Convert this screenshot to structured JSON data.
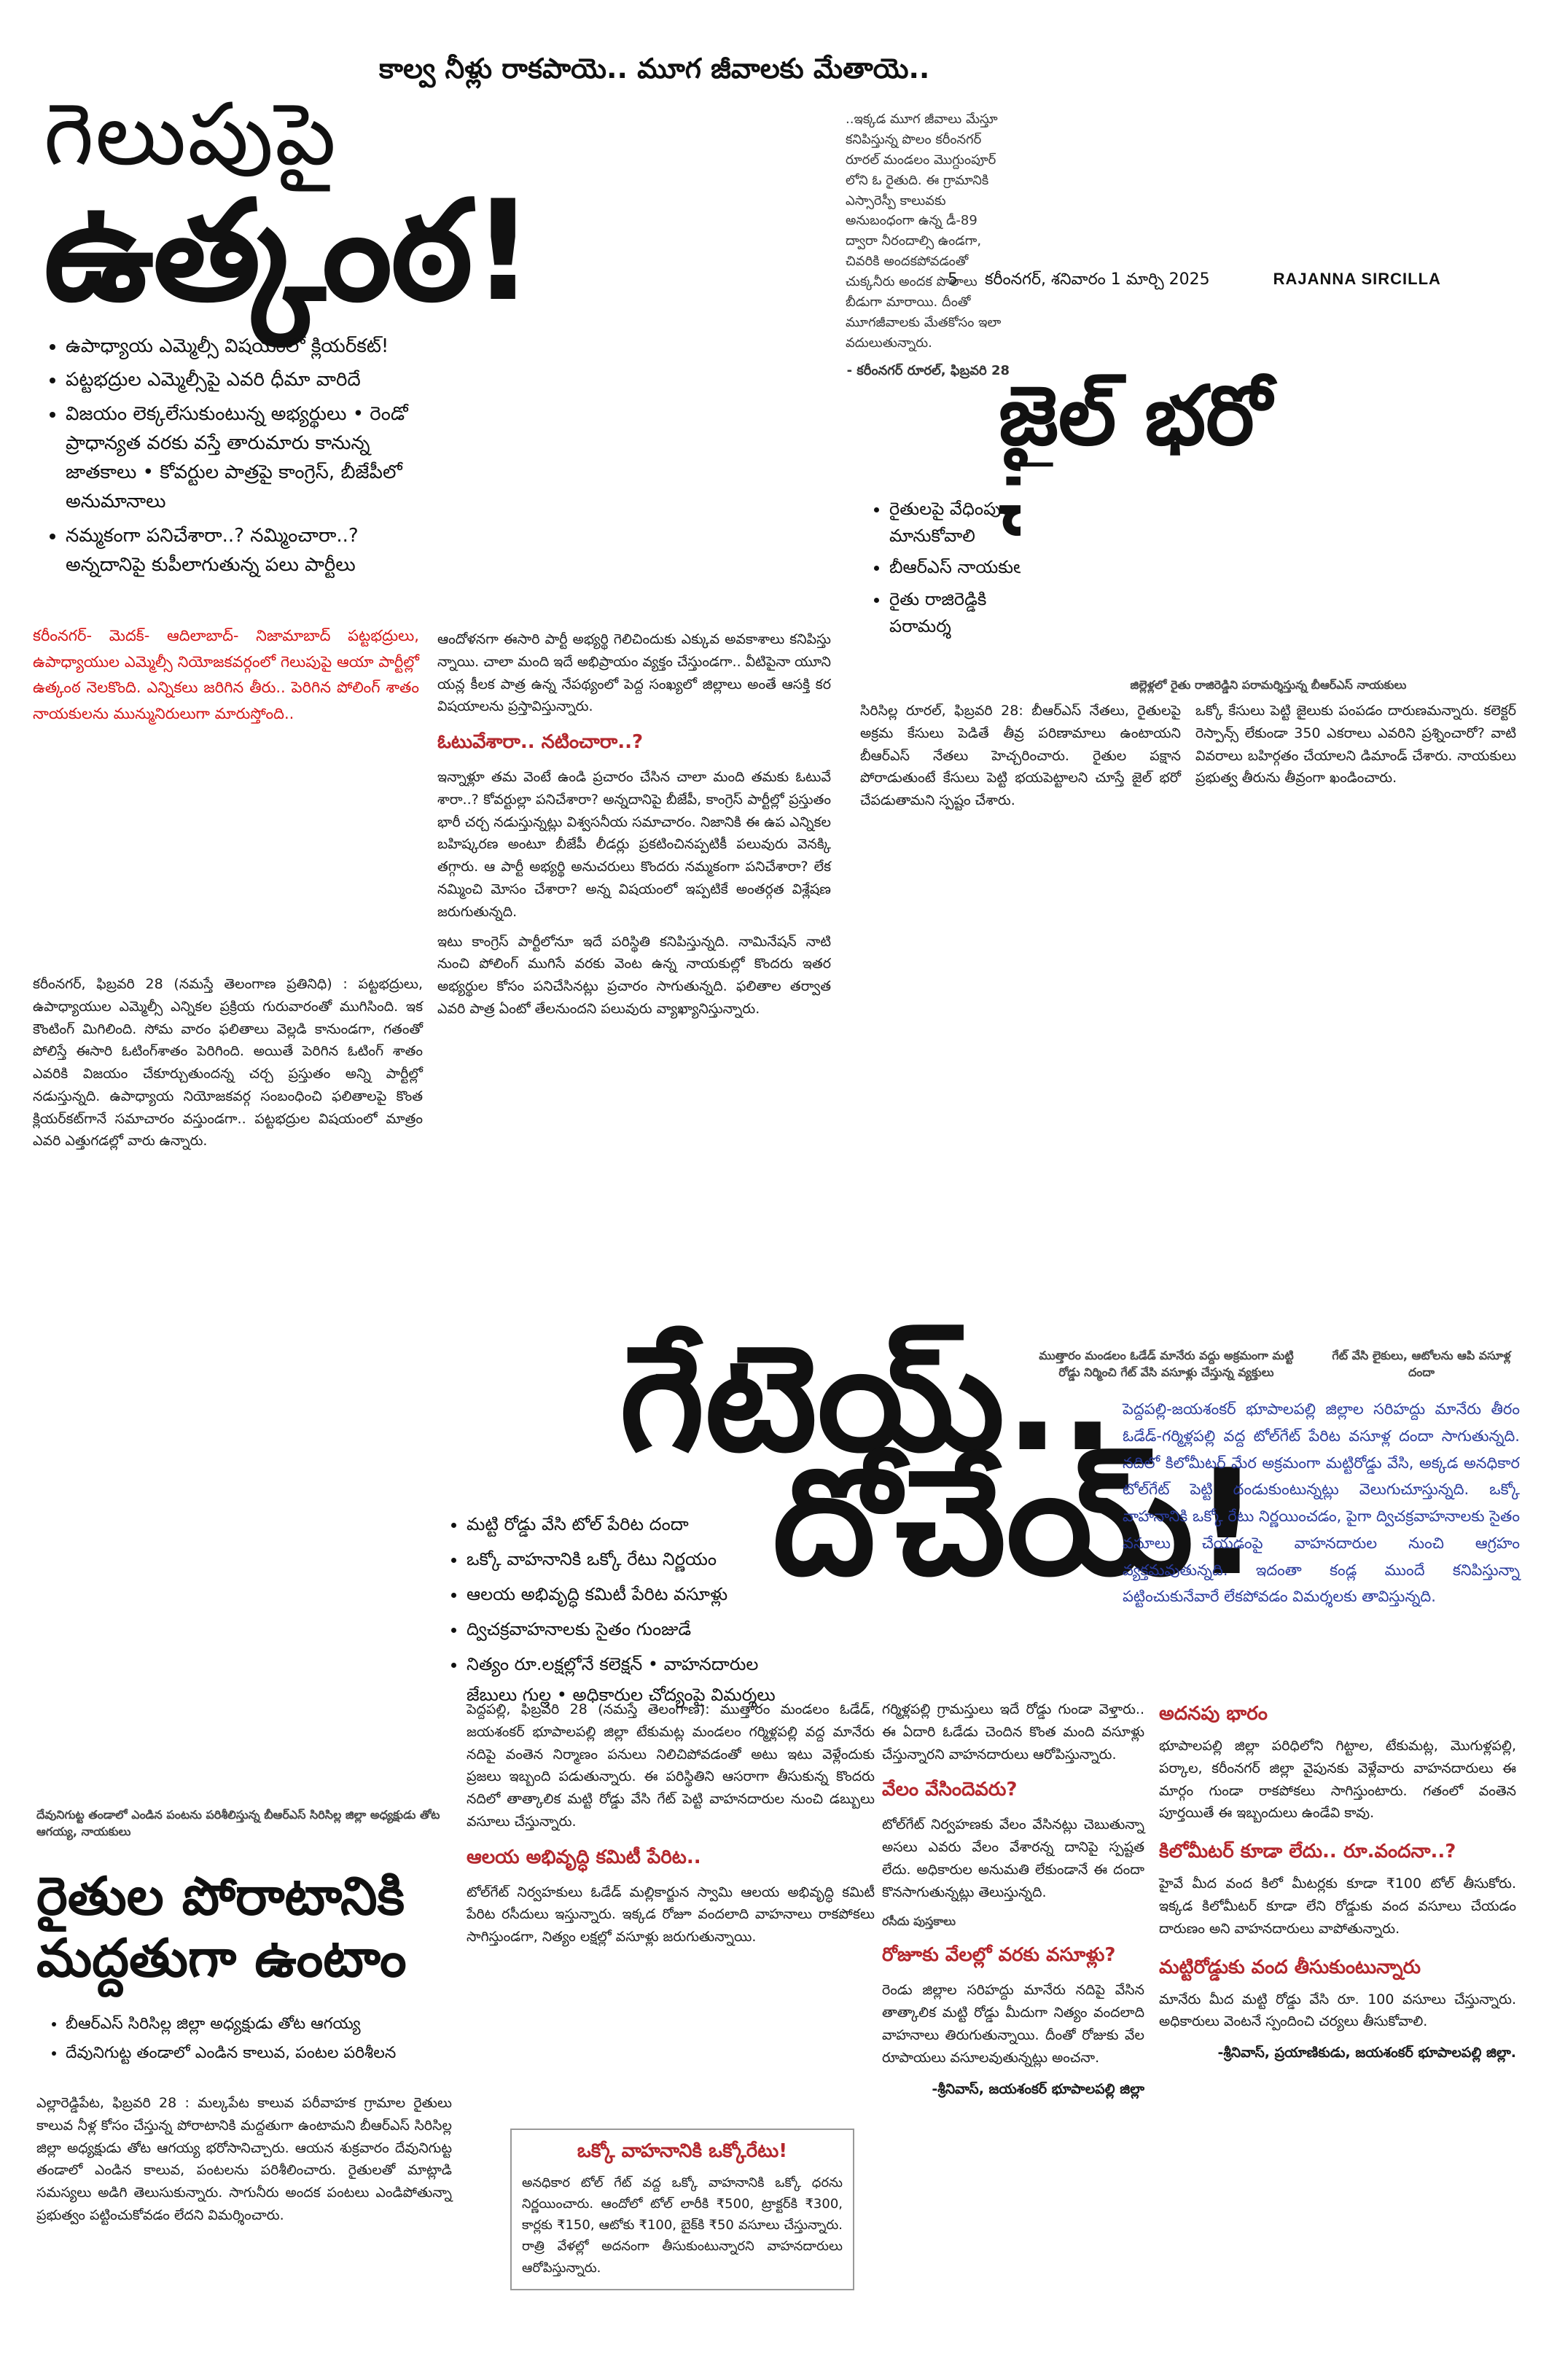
{
  "top_kicker": "కాల్వ నీళ్లు రాకపాయె.. మూగ జీవాలకు మేతాయె..",
  "masthead": {
    "page_no": "5",
    "dateline": "కరీంనగర్, శనివారం 1 మార్చి 2025",
    "edition": "RAJANNA SIRCILLA"
  },
  "lead": {
    "title1": "గెలుపుపై",
    "title2": "ఉత్కంఠ!",
    "bullets": [
      "ఉపాధ్యాయ ఎమ్మెల్సీ విషయంలో క్లియర్‌కట్!",
      "పట్టభద్రుల ఎమ్మెల్సీపై ఎవరి ధీమా వారిదే",
      "విజయం లెక్కలేసుకుంటున్న అభ్యర్థులు • రెండో ప్రాధాన్యత వరకు వస్తే తారుమారు కానున్న జాతకాలు • కోవర్టుల పాత్రపై కాంగ్రెస్, బీజేపీలో అనుమానాలు",
      "నమ్మకంగా పనిచేశారా..? నమ్మించారా..? అన్నదానిపై కుపీలాగుతున్న పలు పార్టీలు"
    ],
    "intro_red": "కరీంనగర్- మెదక్- ఆదిలాబాద్- నిజామాబాద్ పట్టభద్రులు, ఉపాధ్యాయుల ఎమ్మెల్సీ నియోజకవర్గంలో గెలుపుపై ఆయా పార్టీల్లో ఉత్కంఠ నెలకొంది. ఎన్నికలు జరిగిన తీరు.. పెరిగిన పోలింగ్ శాతం నాయకులను మున్మునిరులుగా మారుస్తోంది..",
    "body": "కరీంనగర్, ఫిబ్రవరి 28 (నమస్తే తెలంగాణ ప్రతినిధి) : పట్టభద్రులు, ఉపాధ్యాయుల ఎమ్మెల్సీ ఎన్నికల ప్రక్రియ గురువారంతో ముగిసింది. ఇక కౌంటింగ్ మిగిలింది. సోమ వారం ఫలితాలు వెల్లడి కానుండగా, గతంతో పోలిస్తే ఈసారి ఓటింగ్‌శాతం పెరిగింది. అయితే పెరిగిన ఓటింగ్ శాతం ఎవరికి విజయం చేకూర్చుతుందన్న చర్చ ప్రస్తుతం అన్ని పార్టీల్లో నడుస్తున్నది. ఉపాధ్యాయ నియోజకవర్గ సంబంధించి ఫలితాలపై కొంత క్లియర్‌కట్‌గానే సమాచారం వస్తుండగా.. పట్టభద్రుల విషయంలో మాత్రం ఎవరి ఎత్తుగడల్లో వారు ఉన్నారు."
  },
  "col2": {
    "p1": "ఆందోళనగా ఈసారి పార్టీ అభ్యర్థి గెలిచిందుకు ఎక్కువ అవకాశాలు కనిపిస్తు న్నాయి. చాలా మంది ఇదే అభిప్రాయం వ్యక్తం చేస్తుండగా.. వీటిపైనా యూని యన్ల కీలక పాత్ర ఉన్న నేపథ్యంలో పెద్ద సంఖ్యలో జిల్లాలు అంతే ఆసక్తి కర విషయాలను ప్రస్తావిస్తున్నారు.",
    "sub": "ఓటువేశారా.. నటించారా..?",
    "p2": "ఇన్నాళ్లూ తమ వెంటే ఉండి ప్రచారం చేసిన చాలా మంది తమకు ఓటువే శారా..? కోవర్టుల్లా పనిచేశారా? అన్నదానిపై బీజేపీ, కాంగ్రెస్ పార్టీల్లో ప్రస్తుతం భారీ చర్చ నడుస్తున్నట్లు విశ్వసనీయ సమాచారం. నిజానికి ఈ ఉప ఎన్నికల బహిష్కరణ అంటూ బీజేపీ లీడర్లు ప్రకటించినప్పటికీ పలువురు వెనక్కి తగ్గారు. ఆ పార్టీ అభ్యర్థి అనుచరులు కొందరు నమ్మకంగా పనిచేశారా? లేక నమ్మించి మోసం చేశారా? అన్న విషయంలో ఇప్పటికే అంతర్గత విశ్లేషణ జరుగుతున్నది.",
    "p3": "ఇటు కాంగ్రెస్ పార్టీలోనూ ఇదే పరిస్థితి కనిపిస్తున్నది. నామినేషన్ నాటి నుంచి పోలింగ్ ముగిసే వరకు వెంట ఉన్న నాయకుల్లో కొందరు ఇతర అభ్యర్థుల కోసం పనిచేసినట్లు ప్రచారం సాగుతున్నది. ఫలితాల తర్వాత ఎవరి పాత్ర ఏంటో తేలనుందని పలువురు వ్యాఖ్యానిస్తున్నారు."
  },
  "note_box": {
    "text": "..ఇక్కడ మూగ జీవాలు మేస్తూ కనిపిస్తున్న పొలం కరీంనగర్ రూరల్ మండలం మొగ్దుంపూర్ లోని ఓ రైతుది. ఈ గ్రామానికి ఎస్సారెస్పీ కాలువకు అనుబంధంగా ఉన్న డీ-89 ద్వారా నీరందాల్సి ఉండగా, చివరికి అందకపోవడంతో చుక్కనీరు అందక పొలాలు బీడుగా మారాయి. దీంతో మూగజీవాలకు మేతకోసం ఇలా వదులుతున్నారు.",
    "credit": "- కరీంనగర్ రూరల్, ఫిబ్రవరి 28"
  },
  "jail": {
    "title": "జైల్ భరో చేపడుతాం",
    "bullets": [
      "రైతులపై వేధింపులు మానుకోవాలి",
      "బీఆర్ఎస్ నాయకులు",
      "రైతు రాజిరెడ్డికి పరామర్శ"
    ],
    "caption": "జిల్లెళ్లలో రైతు రాజిరెడ్డిని పరామర్శిస్తున్న బీఆర్ఎస్ నాయకులు",
    "body1": "సిరిసిల్ల రూరల్, ఫిబ్రవరి 28: బీఆర్ఎస్ నేతలు, రైతులపై అక్రమ కేసులు పెడితే తీవ్ర పరిణామాలు ఉంటాయని బీఆర్ఎస్ నేతలు హెచ్చరించారు. రైతుల పక్షాన పోరాడుతుంటే కేసులు పెట్టి భయపెట్టాలని చూస్తే జైల్ భరో చేపడుతామని స్పష్టం చేశారు.",
    "body2": "ఒక్కో కేసులు పెట్టి జైలుకు పంపడం దారుణమన్నారు. కలెక్టర్ రెస్పాన్స్ లేకుండా 350 ఎకరాలు ఎవరిని ప్రశ్నించారో? వాటి వివరాలు బహిర్గతం చేయాలని డిమాండ్ చేశారు. నాయకులు ప్రభుత్వ తీరును తీవ్రంగా ఖండించారు."
  },
  "gateway": {
    "title1": "గేటెయ్..",
    "title2": "దోచేయ్!",
    "caption_left": "ముత్తారం మండలం ఓడేడ్ మానేరు వద్దు అక్రమంగా మట్టి రోడ్డు నిర్మించి గేట్ వేసి వసూళ్లు చేస్తున్న వ్యక్తులు",
    "caption_right": "గేట్ వేసి లైకులు, ఆటోలను ఆపి వసూళ్ల దందా",
    "bullets": [
      "మట్టి రోడ్డు వేసి టోల్ పేరిట దందా",
      "ఒక్కో వాహనానికి ఒక్కో రేటు నిర్ణయం",
      "ఆలయ అభివృద్ధి కమిటీ పేరిట వసూళ్లు",
      "ద్విచక్రవాహనాలకు సైతం గుంజుడే",
      "నిత్యం రూ.లక్షల్లోనే కలెక్షన్ • వాహనదారుల జేబులు గుల్ల • అధికారుల చోద్యంపై విమర్శలు"
    ],
    "intro_blue": "పెద్దపల్లి-జయశంకర్ భూపాలపల్లి జిల్లాల సరిహద్దు మానేరు తీరం ఓడేడ్-గర్మిళ్లపల్లి వద్ద టోల్‌గేట్ పేరిట వసూళ్ల దందా సాగుతున్నది. నదిలో కిలోమీటర్ మేర అక్రమంగా మట్టిరోడ్డు వేసి, అక్కడ అనధికార టోల్‌గేట్ పెట్టి దండుకుంటున్నట్లు వెలుగుచూస్తున్నది. ఒక్కో వాహనానికి ఒక్కో రేటు నిర్ణయించడం, పైగా ద్విచక్రవాహనాలకు సైతం వసూలు చేయడంపై వాహనదారుల నుంచి ఆగ్రహం వ్యక్తమవుతున్నది. ఇదంతా కండ్ల ముందే కనిపిస్తున్నా పట్టించుకునేవారే లేకపోవడం విమర్శలకు తావిస్తున్నది.",
    "body1": "పెద్దపల్లి, ఫిబ్రవరి 28 (నమస్తే తెలంగాణ): ముత్తారం మండలం ఓడేడ్, జయశంకర్ భూపాలపల్లి జిల్లా టేకుమట్ల మండలం గర్మిళ్లపల్లి వద్ద మానేరు నదిపై వంతెన నిర్మాణం పనులు నిలిచిపోవడంతో అటు ఇటు వెళ్లేందుకు ప్రజలు ఇబ్బంది పడుతున్నారు. ఈ పరిస్థితిని ఆసరాగా తీసుకున్న కొందరు నదిలో తాత్కాలిక మట్టి రోడ్డు వేసి గేట్ పెట్టి వాహనదారుల నుంచి డబ్బులు వసూలు చేస్తున్నారు.",
    "sub1": "ఆలయ అభివృద్ధి కమిటీ పేరిట..",
    "body2": "టోల్‌గేట్ నిర్వహకులు ఓడేడ్ మల్లికార్జున స్వామి ఆలయ అభివృద్ధి కమిటీ పేరిట రసీదులు ఇస్తున్నారు. ఇక్కడ రోజూ వందలాది వాహనాలు రాకపోకలు సాగిస్తుండగా, నిత్యం లక్షల్లో వసూళ్లు జరుగుతున్నాయి.",
    "box_title": "ఒక్కో వాహనానికి ఒక్కోరేటు!",
    "box_body": "అనధికార టోల్ గేట్ వద్ద ఒక్కో వాహనానికి ఒక్కో ధరను నిర్ణయించారు. ఆందోలో టోల్ లారీకి ₹500, ట్రాక్టర్‌కి ₹300, కార్లకు ₹150, ఆటోకు ₹100, బైక్‌కి ₹50 వసూలు చేస్తున్నారు. రాత్రి వేళల్లో అదనంగా తీసుకుంటున్నారని వాహనదారులు ఆరోపిస్తున్నారు.",
    "col2_body": "గర్మిళ్లపల్లి గ్రామస్తులు ఇదే రోడ్డు గుండా వెళ్తారు.. ఈ ఏదారి ఓడేడు చెందిన కొంత మంది వసూళ్లు చేస్తున్నారని వాహనదారులు ఆరోపిస్తున్నారు.",
    "sub2": "వేలం వేసిందెవరు?",
    "col2_body2": "టోల్‌గేట్ నిర్వహణకు వేలం వేసినట్లు చెబుతున్నా అసలు ఎవరు వేలం వేశారన్న దానిపై స్పష్టత లేదు. అధికారుల అనుమతి లేకుండానే ఈ దందా కొనసాగుతున్నట్లు తెలుస్తున్నది.",
    "caption_bottom": "రసీదు పుస్తకాలు",
    "sub3": "రోజూకు వేలల్లో వరకు వసూళ్లు?",
    "col2_body3": "రెండు జిల్లాల సరిహద్దు మానేరు నదిపై వేసిన తాత్కాలిక మట్టి రోడ్డు మీదుగా నిత్యం వందలాది వాహనాలు తిరుగుతున్నాయి. దీంతో రోజుకు వేల రూపాయలు వసూలవుతున్నట్లు అంచనా.",
    "credit": "-శ్రీనివాస్, జయశంకర్ భూపాలపల్లి జిల్లా"
  },
  "side_box": {
    "label": "అదనపు భారం",
    "body": "భూపాలపల్లి జిల్లా పరిధిలోని గిట్టాల, టేకుమట్ల, మొగుళ్లపల్లి, పర్కాల, కరీంనగర్ జిల్లా వైపునకు వెళ్లేవారు వాహనదారులు ఈ మార్గం గుండా రాకపోకలు సాగిస్తుంటారు. గతంలో వంతెన పూర్తయితే ఈ ఇబ్బందులు ఉండేవి కావు.",
    "sub": "కిలోమీటర్ కూడా లేదు.. రూ.వందనా..?",
    "body2": "హైవే మీద వంద కిలో మీటర్లకు కూడా ₹100 టోల్ తీసుకోరు. ఇక్కడ కిలోమీటర్ కూడా లేని రోడ్డుకు వంద వసూలు చేయడం దారుణం అని వాహనదారులు వాపోతున్నారు.",
    "sub3": "మట్టిరోడ్డుకు వంద తీసుకుంటున్నారు",
    "body3": "మానేరు మీద మట్టి రోడ్డు వేసి రూ. 100 వసూలు చేస్తున్నారు. అధికారులు వెంటనే స్పందించి చర్యలు తీసుకోవాలి.",
    "credit": "-శ్రీనివాస్, ప్రయాణికుడు, జయశంకర్ భూపాలపల్లి జిల్లా."
  },
  "rythu": {
    "caption": "దేవునిగుట్ట తండాలో ఎండిన పంటను పరిశీలిస్తున్న బీఆర్ఎస్ సిరిసిల్ల జిల్లా అధ్యక్షుడు తోట ఆగయ్య, నాయకులు",
    "title1": "రైతుల పోరాటానికి",
    "title2": "మద్దతుగా ఉంటాం",
    "bullets": [
      "బీఆర్ఎస్ సిరిసిల్ల జిల్లా అధ్యక్షుడు తోట ఆగయ్య",
      "దేవునిగుట్ట తండాలో ఎండిన కాలువ, పంటల పరిశీలన"
    ],
    "body": "ఎల్లారెడ్డిపేట, ఫిబ్రవరి 28 : మల్కపేట కాలువ పరీవాహక గ్రామాల రైతులు కాలువ నీళ్ల కోసం చేస్తున్న పోరాటానికి మద్దతుగా ఉంటామని బీఆర్ఎస్ సిరిసిల్ల జిల్లా అధ్యక్షుడు తోట ఆగయ్య భరోసానిచ్చారు. ఆయన శుక్రవారం దేవునిగుట్ట తండాలో ఎండిన కాలువ, పంటలను పరిశీలించారు. రైతులతో మాట్లాడి సమస్యలు అడిగి తెలుసుకున్నారు. సాగునీరు అందక పంటలు ఎండిపోతున్నా ప్రభుత్వం పట్టించుకోవడం లేదని విమర్శించారు."
  }
}
